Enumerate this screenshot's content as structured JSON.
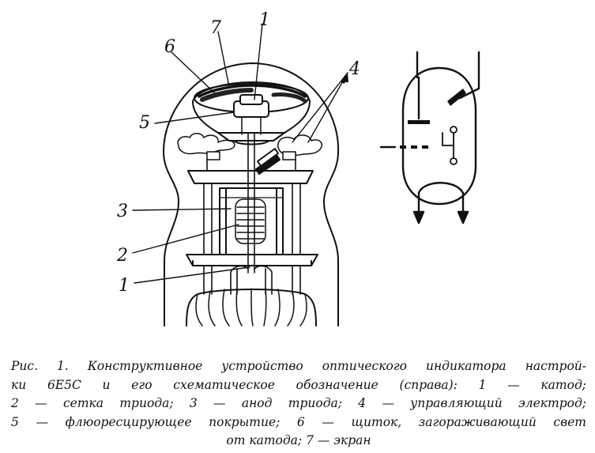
{
  "figure": {
    "labels": [
      "1",
      "2",
      "3",
      "4",
      "5",
      "6",
      "7"
    ]
  },
  "caption": {
    "lines": [
      "Рис. 1. Конструктивное устройство оптического индикатора настрой-",
      "ки 6Е5С и его схематическое обозначение (справа): 1 — катод;",
      "2 — сетка триода; 3 — анод триода; 4 — управляющий электрод;",
      "5 — флюоресцирующее покрытие; 6 — щиток, загораживающий свет",
      "от катода; 7 — экран"
    ]
  }
}
